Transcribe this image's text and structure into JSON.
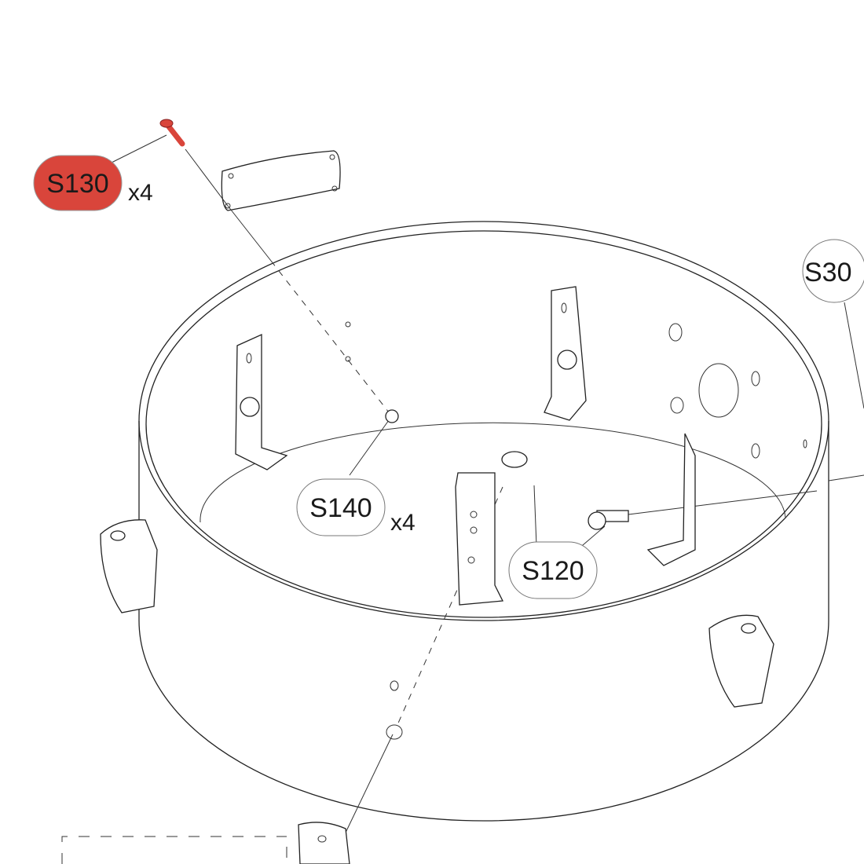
{
  "callouts": [
    {
      "id": "S130",
      "qty": "x4",
      "highlighted": true
    },
    {
      "id": "S30",
      "qty": null,
      "highlighted": false
    },
    {
      "id": "S140",
      "qty": "x4",
      "highlighted": false
    },
    {
      "id": "S120",
      "qty": null,
      "highlighted": false
    }
  ],
  "colors": {
    "highlight": "#d9453b",
    "line": "#222222"
  }
}
